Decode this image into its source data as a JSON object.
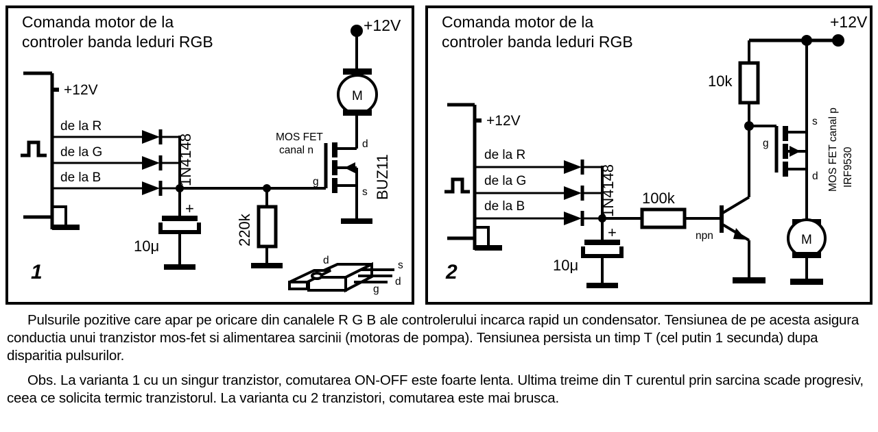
{
  "page": {
    "background": "#ffffff",
    "ink": "#000000"
  },
  "panels": [
    {
      "id": "circuit-1",
      "number": "1",
      "title_line1": "Comanda motor de la",
      "title_line2": "controler banda leduri RGB",
      "supply_label": "+12V",
      "rail_label": "+12V",
      "inputs": [
        "de la R",
        "de la G",
        "de la B"
      ],
      "diode_label": "1N4148",
      "cap_value": "10μ",
      "cap_polarity": "+",
      "resistor_value": "220k",
      "fet_note_line1": "MOS FET",
      "fet_note_line2": "canal n",
      "fet_part": "BUZ11",
      "fet_pins": {
        "drain": "d",
        "gate": "g",
        "source": "s"
      },
      "motor_label": "M",
      "package_pins": {
        "top": "d",
        "right_top": "s",
        "right_mid": "d",
        "bottom": "g"
      }
    },
    {
      "id": "circuit-2",
      "number": "2",
      "title_line1": "Comanda motor de la",
      "title_line2": "controler banda leduri RGB",
      "supply_label": "+12V",
      "rail_label": "+12V",
      "inputs": [
        "de la R",
        "de la G",
        "de la B"
      ],
      "diode_label": "1N4148",
      "cap_value": "10μ",
      "cap_polarity": "+",
      "base_resistor_value": "100k",
      "pullup_resistor_value": "10k",
      "transistor_label": "npn",
      "fet_note_line1": "MOS FET canal p",
      "fet_note_line2": "IRF9530",
      "fet_pins": {
        "source": "s",
        "gate": "g",
        "drain": "d"
      },
      "motor_label": "M"
    }
  ],
  "caption": {
    "paragraph1": "Pulsurile pozitive care apar pe oricare din canalele R G B ale controlerului incarca rapid un condensator. Tensiunea de pe acesta asigura conductia unui tranzistor mos-fet si alimentarea sarcinii (motoras de pompa). Tensiunea persista un timp T (cel putin 1 secunda) dupa disparitia pulsurilor.",
    "paragraph2": "Obs. La varianta 1 cu un singur tranzistor, comutarea ON-OFF este foarte lenta. Ultima treime din T curentul prin sarcina scade progresiv, ceea ce solicita termic tranzistorul. La varianta cu 2 tranzistori, comutarea este mai brusca."
  }
}
